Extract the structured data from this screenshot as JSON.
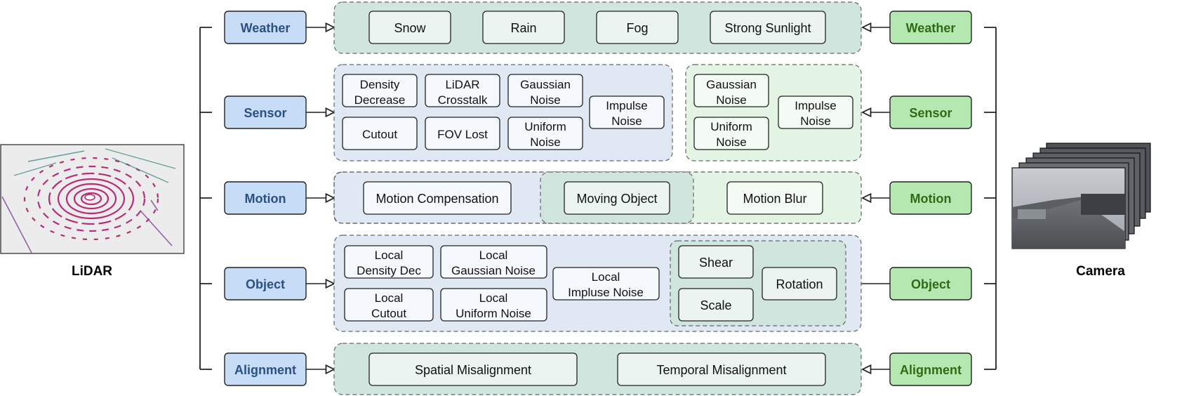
{
  "colors": {
    "lidar_fill": "#c7dcf7",
    "lidar_text": "#2b5182",
    "camera_fill": "#b4e8b0",
    "camera_text": "#2f6b14",
    "lidar_region": "#dfe8f3",
    "camera_region": "#e4f4e4",
    "shared_region": "#cfe5de",
    "lidar_box": "#f5f8fd",
    "camera_box": "#f4faf4",
    "shared_box": "#ecf4f1",
    "stroke": "#222222",
    "dash": "#666666"
  },
  "left_source": {
    "label": "LiDAR"
  },
  "right_source": {
    "label": "Camera"
  },
  "categories": {
    "weather": "Weather",
    "sensor": "Sensor",
    "motion": "Motion",
    "object": "Object",
    "alignment": "Alignment"
  },
  "items": {
    "weather": {
      "snow": "Snow",
      "rain": "Rain",
      "fog": "Fog",
      "sunlight": "Strong Sunlight"
    },
    "sensor_lidar": {
      "density": [
        "Density",
        "Decrease"
      ],
      "crosstalk": [
        "LiDAR",
        "Crosstalk"
      ],
      "gaussian": [
        "Gaussian",
        "Noise"
      ],
      "cutout": "Cutout",
      "fov": "FOV Lost",
      "uniform": [
        "Uniform",
        "Noise"
      ],
      "impulse": [
        "Impulse",
        "Noise"
      ]
    },
    "sensor_camera": {
      "gaussian": [
        "Gaussian",
        "Noise"
      ],
      "uniform": [
        "Uniform",
        "Noise"
      ],
      "impulse": [
        "Impulse",
        "Noise"
      ]
    },
    "motion": {
      "compensation": "Motion Compensation",
      "moving": "Moving Object",
      "blur": "Motion Blur"
    },
    "object_lidar": {
      "density": [
        "Local",
        "Density Dec"
      ],
      "gaussian": [
        "Local",
        "Gaussian Noise"
      ],
      "impulse": [
        "Local",
        "Impluse Noise"
      ],
      "cutout": [
        "Local",
        "Cutout"
      ],
      "uniform": [
        "Local",
        "Uniform Noise"
      ]
    },
    "object_shared": {
      "shear": "Shear",
      "scale": "Scale",
      "rotation": "Rotation"
    },
    "alignment": {
      "spatial": "Spatial Misalignment",
      "temporal": "Temporal Misalignment"
    }
  }
}
